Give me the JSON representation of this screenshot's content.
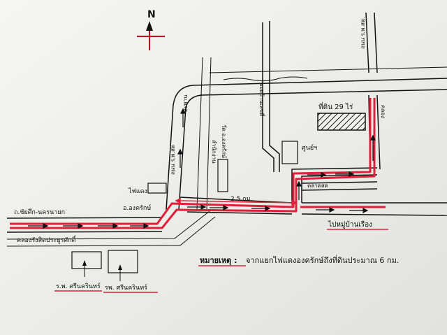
{
  "map": {
    "north_label": "N",
    "labels": {
      "road_left": "ถ.ชัยศึก-นครนายก",
      "canal": "คลองรังสิตประยูรศักดิ์",
      "rd_vertical": "ถนน ร.พ.สต",
      "bridge": "สะพาน",
      "lights": "ไฟแดง",
      "school": "สำนักงาน",
      "wat": "วัด อ.องครักษ์",
      "district": "อ.องครักษ์",
      "distance": "2.5 กม.",
      "center": "ศูนย์ฯ",
      "land_name": "ที่ดิน 29 ไร่",
      "market": "ตลาดสด",
      "soi": "ซอยบ้านเลขที่",
      "rd_top_right": "ถนน ร.พ.สต.",
      "canal_top": "คลอง",
      "target": "ไปหมู่บ้านเรือง",
      "hospital_1": "ร.พ. ศรีนครินทร์",
      "hospital_2": "รพ. ศรีนครินทร์"
    },
    "note_title": "หมายเหตุ :",
    "note_text": "จากแยกไฟแดงองครักษ์ถึงที่ดินประมาณ 6 กม.",
    "colors": {
      "route": "#e0203a",
      "ink": "#111111",
      "paper": "#f2f2ef"
    }
  }
}
